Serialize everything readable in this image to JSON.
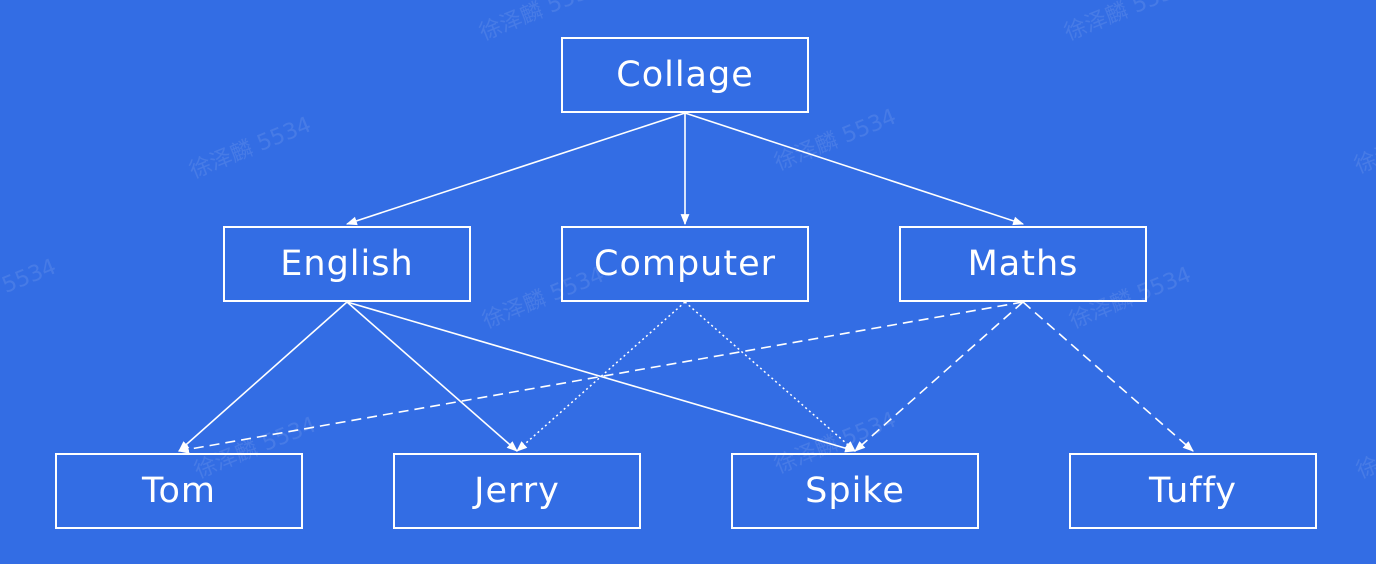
{
  "colors": {
    "background": "#336de4",
    "stroke": "#ffffff"
  },
  "nodes": {
    "college": "Collage",
    "english": "English",
    "computer": "Computer",
    "maths": "Maths",
    "tom": "Tom",
    "jerry": "Jerry",
    "spike": "Spike",
    "tuffy": "Tuffy"
  },
  "edges": [
    {
      "from": "college",
      "to": "english",
      "style": "solid"
    },
    {
      "from": "college",
      "to": "computer",
      "style": "solid"
    },
    {
      "from": "college",
      "to": "maths",
      "style": "solid"
    },
    {
      "from": "english",
      "to": "tom",
      "style": "solid"
    },
    {
      "from": "english",
      "to": "jerry",
      "style": "solid"
    },
    {
      "from": "english",
      "to": "spike",
      "style": "solid"
    },
    {
      "from": "computer",
      "to": "jerry",
      "style": "dotted"
    },
    {
      "from": "computer",
      "to": "spike",
      "style": "dotted"
    },
    {
      "from": "maths",
      "to": "tom",
      "style": "dashed"
    },
    {
      "from": "maths",
      "to": "spike",
      "style": "dashed"
    },
    {
      "from": "maths",
      "to": "tuffy",
      "style": "dashed"
    }
  ],
  "watermark": "徐泽麟 5534"
}
